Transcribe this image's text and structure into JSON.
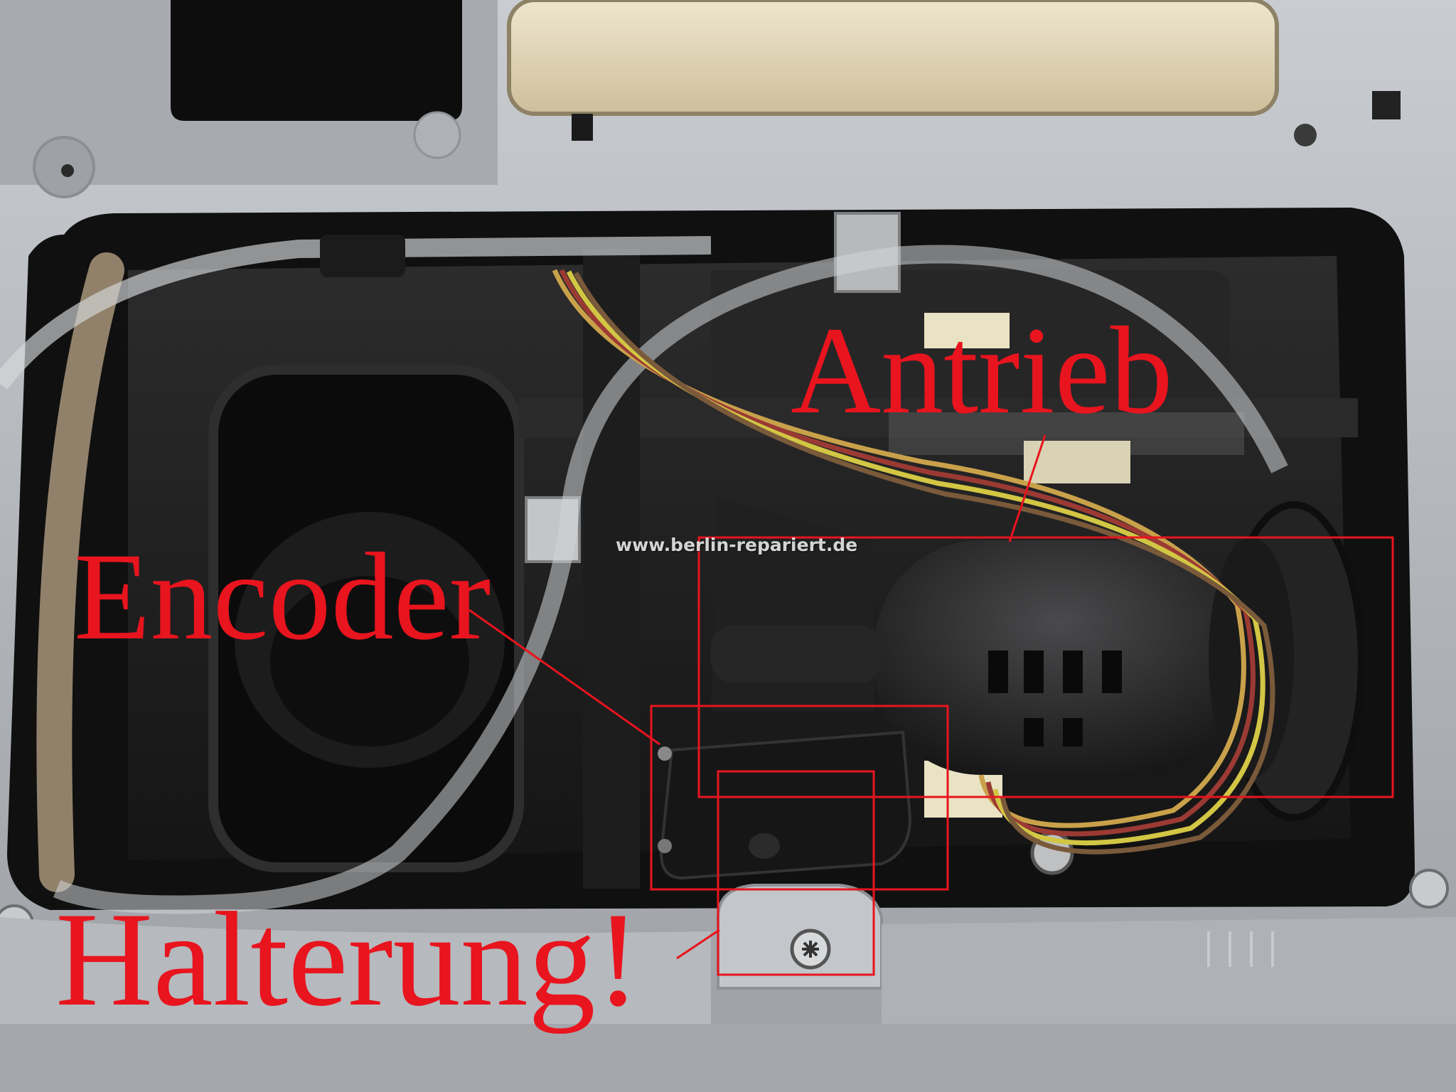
{
  "watermark": "www.berlin-repariert.de",
  "annotations": {
    "antrieb": "Antrieb",
    "encoder": "Encoder",
    "halterung": "Halterung!"
  },
  "colors": {
    "annotation": "#e8141e",
    "housing": "#b9bcc0",
    "interior": "#1e1e1e"
  }
}
